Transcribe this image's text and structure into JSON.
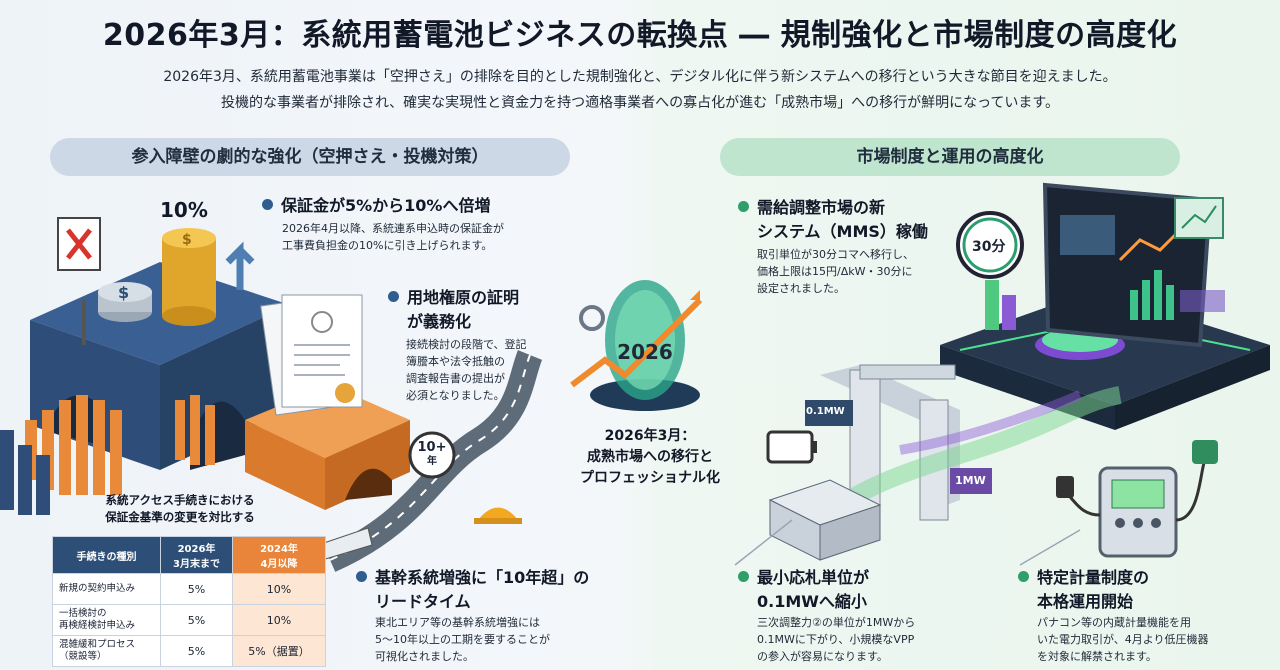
{
  "header": {
    "title": "2026年3月：系統用蓄電池ビジネスの転換点 ― 規制強化と市場制度の高度化",
    "lead_line1": "2026年3月、系統用蓄電池事業は「空押さえ」の排除を目的とした規制強化と、デジタル化に伴う新システムへの移行という大きな節目を迎えました。",
    "lead_line2": "投機的な事業者が排除され、確実な実現性と資金力を持つ適格事業者への寡占化が進む「成熟市場」への移行が鮮明になっています。"
  },
  "left_section": {
    "heading": "参入障壁の劇的な強化（空押さえ・投機対策）",
    "points": [
      {
        "title_l1": "保証金が5%から10%へ倍増",
        "title_l2": "",
        "desc": [
          "2026年4月以降、系統連系申込時の保証金が",
          "工事費負担金の10%に引き上げられます。"
        ]
      },
      {
        "title_l1": "用地権原の証明",
        "title_l2": "が義務化",
        "desc": [
          "接続検討の段階で、登記",
          "簿謄本や法令抵触の",
          "調査報告書の提出が",
          "必須となりました。"
        ]
      },
      {
        "title_l1": "基幹系統増強に「10年超」の",
        "title_l2": "リードタイム",
        "desc": [
          "東北エリア等の基幹系統増強には",
          "5〜10年以上の工期を要することが",
          "可視化されました。"
        ]
      }
    ],
    "illustration_labels": {
      "percent": "10%",
      "years": "10+",
      "years_unit": "年"
    },
    "table_caption_l1": "系統アクセス手続きにおける",
    "table_caption_l2": "保証金基準の変更を対比する",
    "table": {
      "headers": [
        "手続きの種別",
        "2026年\n3月末まで",
        "2024年\n4月以降"
      ],
      "rows": [
        [
          "新規の契約申込み",
          "5%",
          "10%"
        ],
        [
          "一括検討の\n再検経検討申込み",
          "5%",
          "10%"
        ],
        [
          "混雑緩和プロセス\n（競設等）",
          "5%",
          "5%（据置）"
        ]
      ]
    }
  },
  "center": {
    "year": "2026",
    "caption_l1": "2026年3月：",
    "caption_l2": "成熟市場への移行と",
    "caption_l3": "プロフェッショナル化"
  },
  "right_section": {
    "heading": "市場制度と運用の高度化",
    "points": [
      {
        "title_l1": "需給調整市場の新",
        "title_l2": "システム（MMS）稼働",
        "desc": [
          "取引単位が30分コマへ移行し、",
          "価格上限は15円/ΔkW・30分に",
          "設定されました。"
        ]
      },
      {
        "title_l1": "最小応札単位が",
        "title_l2": "0.1MWへ縮小",
        "desc": [
          "三次調整力②の単位が1MWから",
          "0.1MWに下がり、小規模なVPP",
          "の参入が容易になります。"
        ]
      },
      {
        "title_l1": "特定計量制度の",
        "title_l2": "本格運用開始",
        "desc": [
          "パナコン等の内蔵計量機能を用",
          "いた電力取引が、4月より低圧機器",
          "を対象に解禁されます。"
        ]
      }
    ],
    "illustration_labels": {
      "clock": "30分",
      "small_unit": "0.1MW",
      "large_unit": "1MW"
    }
  }
}
